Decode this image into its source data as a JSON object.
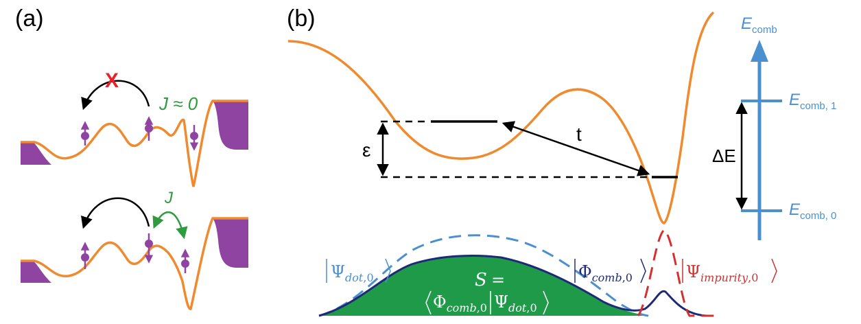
{
  "panel_a": {
    "label": "(a)",
    "blocked_marker": "X",
    "exchange_top": "J ≈ 0",
    "exchange_bottom": "J"
  },
  "panel_b": {
    "label": "(b)",
    "detuning": "ε",
    "tunneling": "t",
    "energy_axis": {
      "label_main": "E",
      "label_sub": "comb",
      "level1_main": "E",
      "level1_sub": "comb, 1",
      "level0_main": "E",
      "level0_sub": "comb, 0",
      "gap_main": "ΔE"
    },
    "kets": {
      "dot_psi": "Ψ",
      "dot_sub": "dot",
      "dot_idx": ",0",
      "comb_phi": "Φ",
      "comb_sub": "comb",
      "comb_idx": ",0",
      "imp_psi": "Ψ",
      "imp_sub": "impurity",
      "imp_idx": ",0"
    },
    "overlap": {
      "symbol": "S",
      "equals": "=",
      "phi": "Φ",
      "phi_sub": "comb",
      "phi_idx": ",0",
      "psi": "Ψ",
      "psi_sub": "dot",
      "psi_idx": ",0"
    }
  },
  "colors": {
    "potential": "#F08A2E",
    "purple": "#8E44A0",
    "red": "#E8212B",
    "green": "#2E9B3F",
    "blue": "#4A90D0",
    "navy": "#1E2A78",
    "fill_green": "#1E9A48",
    "dashed_red": "#D2312E",
    "black": "#000000"
  }
}
